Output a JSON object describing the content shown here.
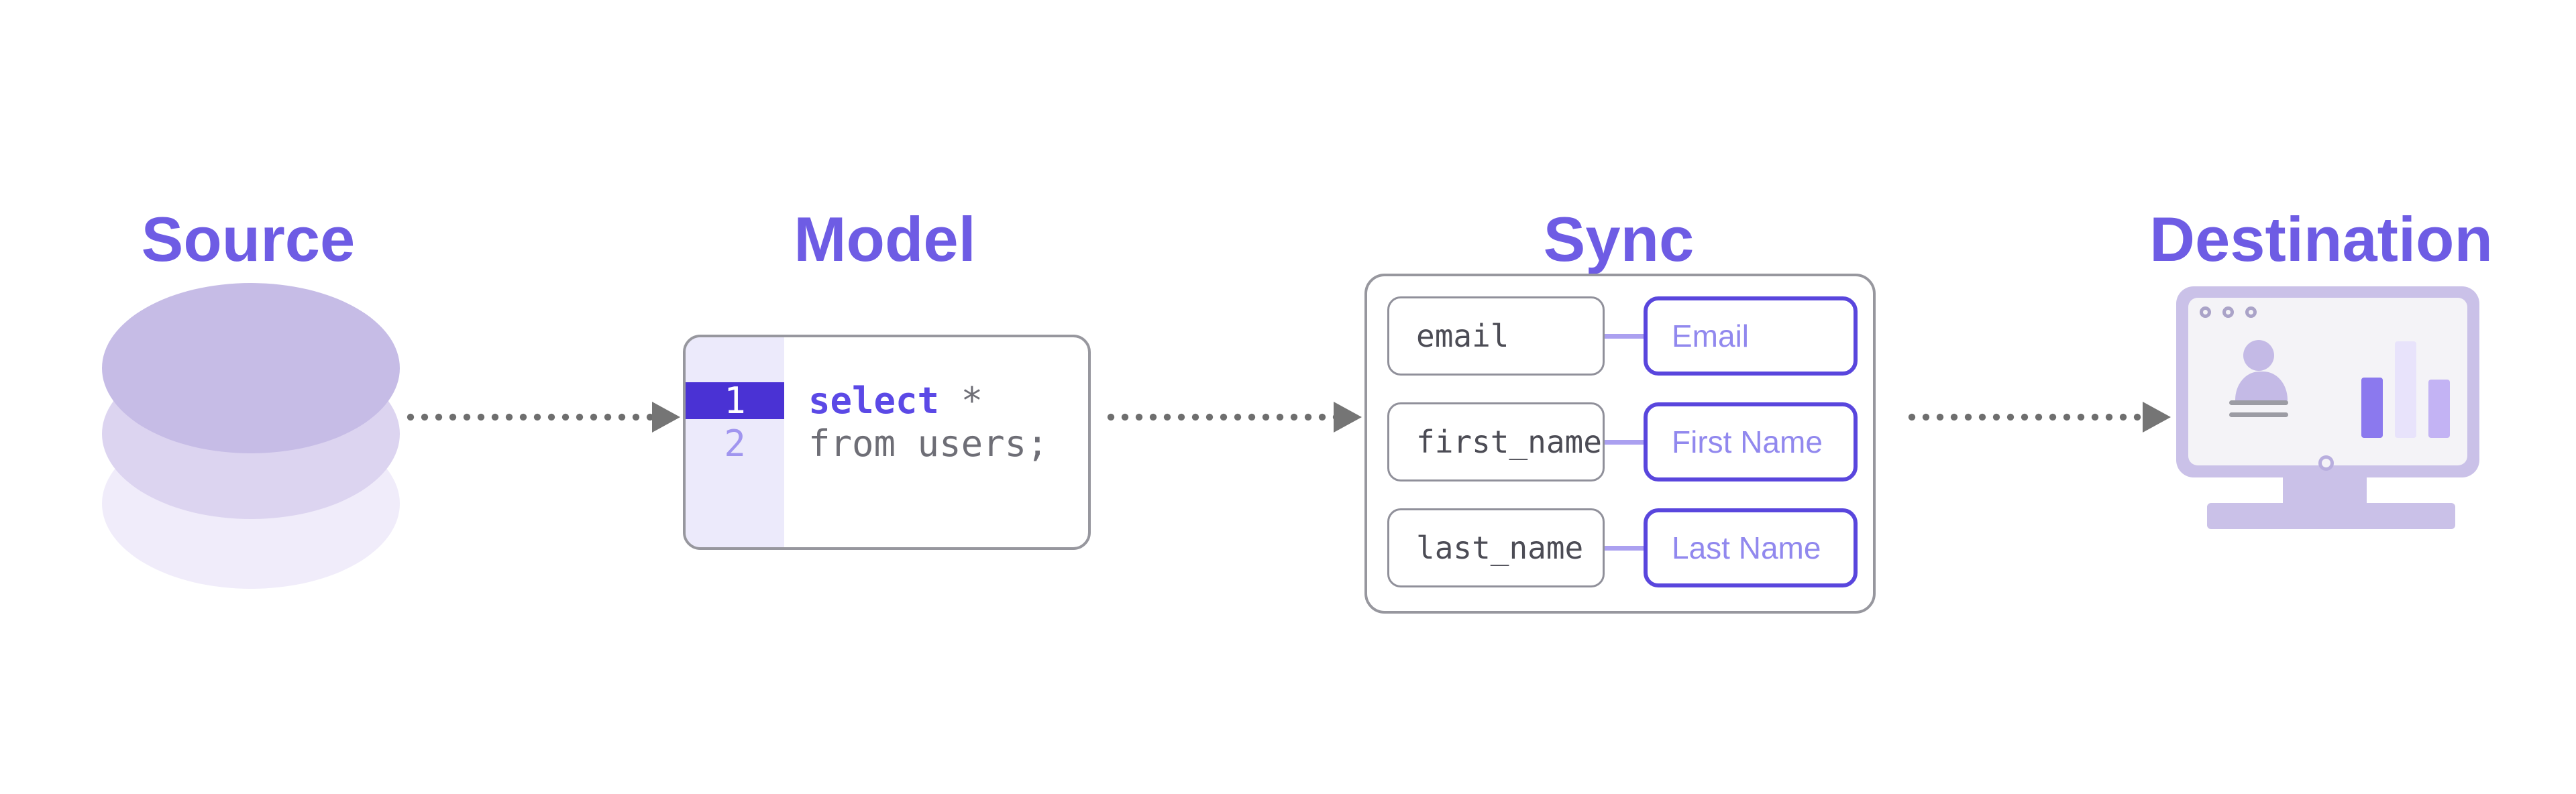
{
  "headings": {
    "source": "Source",
    "model": "Model",
    "sync": "Sync",
    "destination": "Destination"
  },
  "model": {
    "code_lines": [
      {
        "number": "1",
        "keyword": "select",
        "rest": " *"
      },
      {
        "number": "2",
        "code": "from users;"
      }
    ]
  },
  "sync": {
    "mappings": [
      {
        "source": "email",
        "destination": "Email"
      },
      {
        "source": "first_name",
        "destination": "First Name"
      },
      {
        "source": "last_name",
        "destination": "Last Name"
      }
    ]
  },
  "icons": {
    "source": "database-cylinders-icon",
    "flow": "dotted-arrow-icon",
    "destination": "monitor-dashboard-icon",
    "person": "person-icon",
    "chart": "bar-chart-icon"
  },
  "colors": {
    "accent": "#6e5ce4",
    "db1": "#c6bce6",
    "db2": "#dcd4f0",
    "db3": "#f0ecfa",
    "dot": "#6e6e6e",
    "arrowhead": "#757575",
    "cardborder": "#97979e",
    "gutterbg": "#eceafb",
    "hl": "#4a32d4",
    "ln2": "#a095ef",
    "code": "#6e6e76",
    "kw": "#5b49e6",
    "pillborder": "#90909a",
    "monotext": "#4c4c55",
    "connector": "#aba0f0",
    "dstborder": "#5946dd",
    "dsttext": "#9188ee",
    "frame": "#cac1e8",
    "screen": "#f4f3f7",
    "windot": "#aaa3c8",
    "person": "#c4bae6",
    "plines": "#9c9ca4",
    "bar1": "#8b79ee",
    "bar2": "#e8e3fb",
    "bar3": "#c3b3f4",
    "homedot": "#b8aede"
  }
}
